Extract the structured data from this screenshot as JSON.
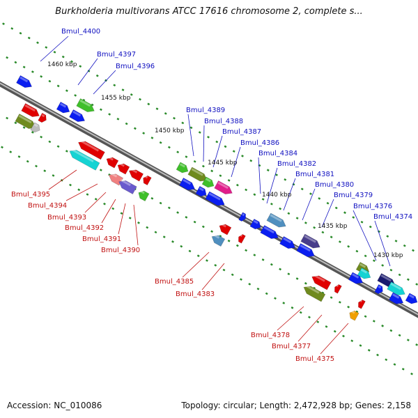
{
  "title": "Burkholderia multivorans ATCC 17616 chromosome 2, complete s...",
  "footer": {
    "accession": "Accession: NC_010086",
    "summary": "Topology: circular; Length: 2,472,928 bp; Genes: 2,158"
  },
  "scale_labels": [
    "1460 kbp",
    "1455 kbp",
    "1450 kbp",
    "1445 kbp",
    "1440 kbp",
    "1435 kbp",
    "1430 kbp"
  ],
  "colors": {
    "forward_label": "#1010c0",
    "reverse_label": "#c01010",
    "backbone": "#7a7a7a",
    "tick": "#2a8a2a"
  },
  "forward_genes": [
    "Bmul_4400",
    "Bmul_4397",
    "Bmul_4396",
    "Bmul_4389",
    "Bmul_4388",
    "Bmul_4387",
    "Bmul_4386",
    "Bmul_4384",
    "Bmul_4382",
    "Bmul_4381",
    "Bmul_4380",
    "Bmul_4379",
    "Bmul_4376",
    "Bmul_4374"
  ],
  "reverse_genes": [
    "Bmul_4395",
    "Bmul_4394",
    "Bmul_4393",
    "Bmul_4392",
    "Bmul_4391",
    "Bmul_4390",
    "Bmul_4385",
    "Bmul_4383",
    "Bmul_4378",
    "Bmul_4377",
    "Bmul_4375"
  ]
}
